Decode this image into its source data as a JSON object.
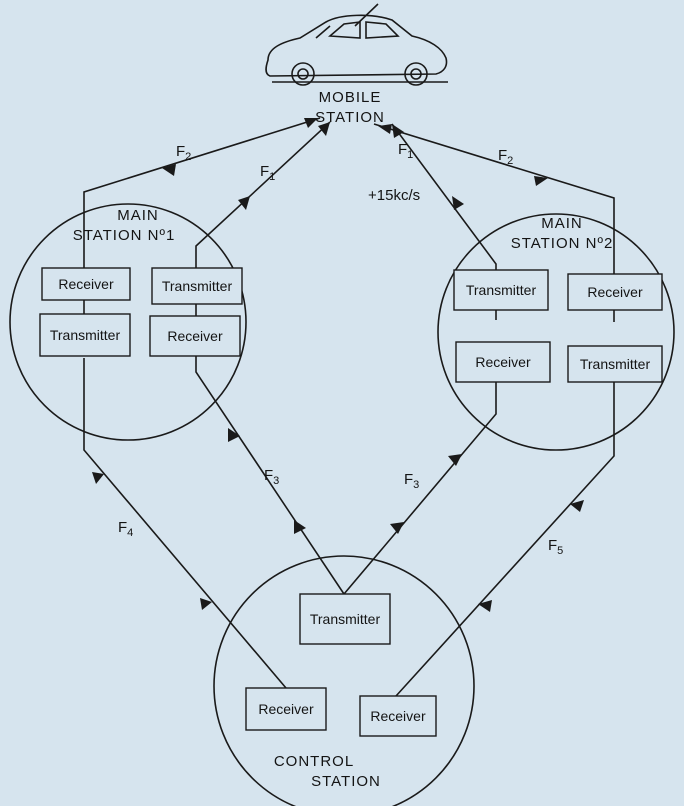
{
  "mobile_station": {
    "line1": "MOBILE",
    "line2": "STATION"
  },
  "main_station_1": {
    "line1": "MAIN",
    "line2": "STATION Nº1",
    "receiver": "Receiver",
    "transmitter_top": "Transmitter",
    "transmitter_bottom": "Transmitter",
    "receiver_bottom": "Receiver"
  },
  "main_station_2": {
    "line1": "MAIN",
    "line2": "STATION Nº2",
    "transmitter_top": "Transmitter",
    "receiver_top": "Receiver",
    "receiver_bottom": "Receiver",
    "transmitter_bottom": "Transmitter"
  },
  "control_station": {
    "line1": "CONTROL",
    "line2": "STATION",
    "transmitter": "Transmitter",
    "receiver_left": "Receiver",
    "receiver_right": "Receiver"
  },
  "frequencies": {
    "f2_left": "F",
    "f2_left_sub": "2",
    "f1_left": "F",
    "f1_left_sub": "1",
    "f1_right": "F",
    "f1_right_sub": "1",
    "f1_right_offset": "+15kc/s",
    "f2_right": "F",
    "f2_right_sub": "2",
    "f3_left": "F",
    "f3_left_sub": "3",
    "f3_right": "F",
    "f3_right_sub": "3",
    "f4": "F",
    "f4_sub": "4",
    "f5": "F",
    "f5_sub": "5"
  },
  "colors": {
    "background": "#d6e4ee",
    "ink": "#1a1a1a"
  },
  "icons": {
    "vehicle": "car-icon"
  }
}
